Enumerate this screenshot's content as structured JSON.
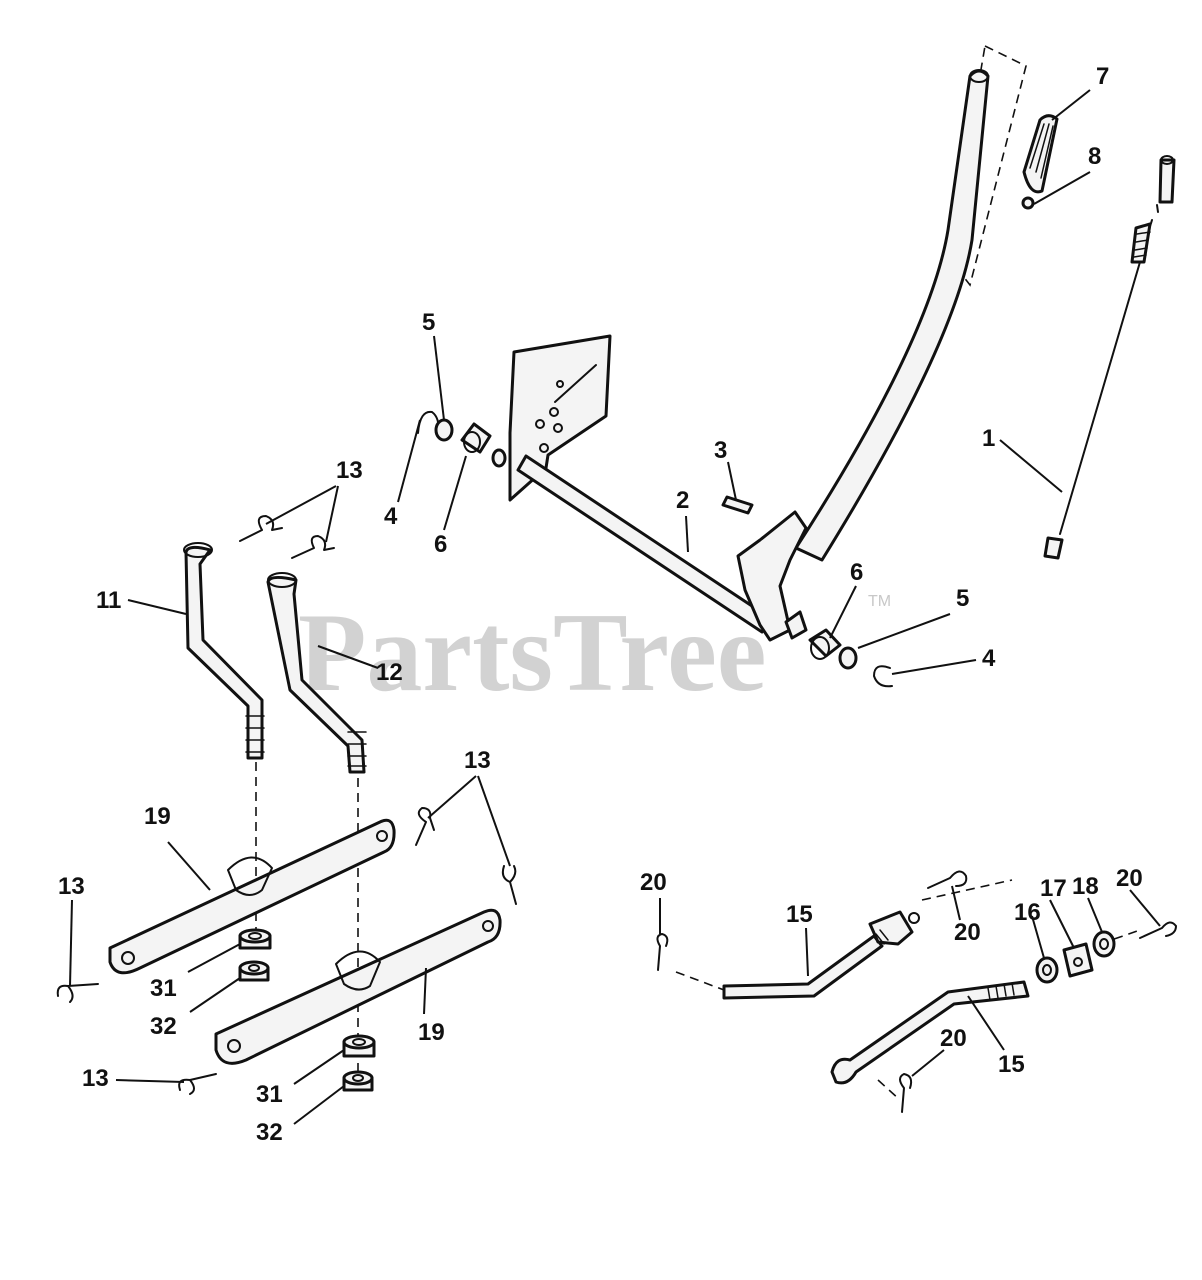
{
  "watermark": {
    "text": "PartsTree",
    "trademark": "TM"
  },
  "callouts": {
    "c1": "1",
    "c2": "2",
    "c3": "3",
    "c4a": "4",
    "c4b": "4",
    "c5a": "5",
    "c5b": "5",
    "c6a": "6",
    "c6b": "6",
    "c7": "7",
    "c8": "8",
    "c11": "11",
    "c12": "12",
    "c13a": "13",
    "c13b": "13",
    "c13c": "13",
    "c13d": "13",
    "c15a": "15",
    "c15b": "15",
    "c16": "16",
    "c17": "17",
    "c18": "18",
    "c19a": "19",
    "c19b": "19",
    "c20a": "20",
    "c20b": "20",
    "c20c": "20",
    "c20d": "20",
    "c31a": "31",
    "c31b": "31",
    "c32a": "32",
    "c32b": "32"
  },
  "colors": {
    "line": "#111111",
    "watermark": "#d2d2d2",
    "background": "#ffffff"
  }
}
